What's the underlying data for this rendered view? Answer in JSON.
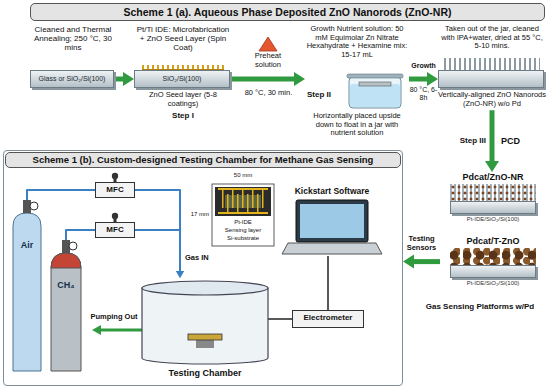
{
  "diagram": {
    "nodes": [
      {
        "text": [
          "Scheme 1 (a). Aqueous Phase Deposited ZnO Nanorods (ZnO-NR)"
        ]
      },
      {
        "text": [
          "Cleaned and Thermal Annealing; 250 °C, 30 mins",
          "Glass or SiO₂/Si(100)"
        ]
      },
      {
        "text": [
          "Pt/Ti IDE: Microfabrication + ZnO Seed Layer (Spin Coat)",
          "SiO₂/Si(100)",
          "ZnO Seed layer (5-8 coatings)"
        ]
      },
      {
        "text": [
          "Growth Nutrient solution: 50 mM Equimolar Zn Nitrate Hexahydrate + Hexamine mix: 15-17 mL",
          "Horizontally placed upside down to float in a jar with nutrient solution"
        ]
      },
      {
        "text": [
          "Taken out of the jar, cleaned with IPA+water, dried at 55 °C, 5-10 mins.",
          "Vertically-aligned ZnO Nanorods (ZnO-NR) w/o Pd"
        ]
      },
      {
        "text": [
          "Pdcat/ZnO-NR",
          "Pt-IDE/SiO₂/Si(100)"
        ]
      },
      {
        "text": [
          "Pdcat/T-ZnO",
          "Pt-IDE/SiO₂/Si(100)"
        ]
      },
      {
        "text": [
          "Scheme 1 (b). Custom-designed Testing Chamber for Methane Gas Sensing"
        ]
      },
      {
        "text": [
          "Air"
        ],
        "in": 7
      },
      {
        "text": [
          "CH₄"
        ],
        "in": 7
      },
      {
        "text": [
          "MFC"
        ],
        "in": 7
      },
      {
        "text": [
          "MFC"
        ],
        "in": 7
      },
      {
        "text": [
          "Testing Chamber"
        ],
        "in": 7
      },
      {
        "text": [
          "Electrometer"
        ],
        "in": 7
      },
      {
        "text": [
          "Kickstart Software"
        ],
        "in": 7
      }
    ],
    "edges": [
      {
        "from": 1,
        "to": 2,
        "arrow": "to"
      },
      {
        "from": 2,
        "to": 3,
        "label": "80 °C, 30 min.",
        "arrow": "to"
      },
      {
        "from": 3,
        "to": 4,
        "label": "Growth",
        "arrow": "to"
      },
      {
        "from": 4,
        "to": 5,
        "label": "PCD",
        "arrow": "to"
      },
      {
        "from": 6,
        "to": 7,
        "label": "Testing Sensors",
        "arrow": "to"
      },
      {
        "from": 8,
        "to": 10,
        "arrow": "none"
      },
      {
        "from": 9,
        "to": 11,
        "arrow": "none"
      },
      {
        "from": 10,
        "to": 12,
        "arrow": "to"
      },
      {
        "from": 11,
        "to": 12,
        "arrow": "to"
      },
      {
        "from": 12,
        "to": 13,
        "arrow": "none"
      },
      {
        "from": 13,
        "to": 14,
        "arrow": "none"
      }
    ],
    "labels": [
      "Preheat solution",
      "Step I",
      "Step II",
      "80 °C, 6-8h",
      "Step III",
      "Gas Sensing Platforms w/Pd",
      "Gas IN",
      "Pumping Out",
      "50 mm",
      "17 mm",
      "Pt-IDE",
      "Sensing layer",
      "Si-substrate"
    ]
  }
}
